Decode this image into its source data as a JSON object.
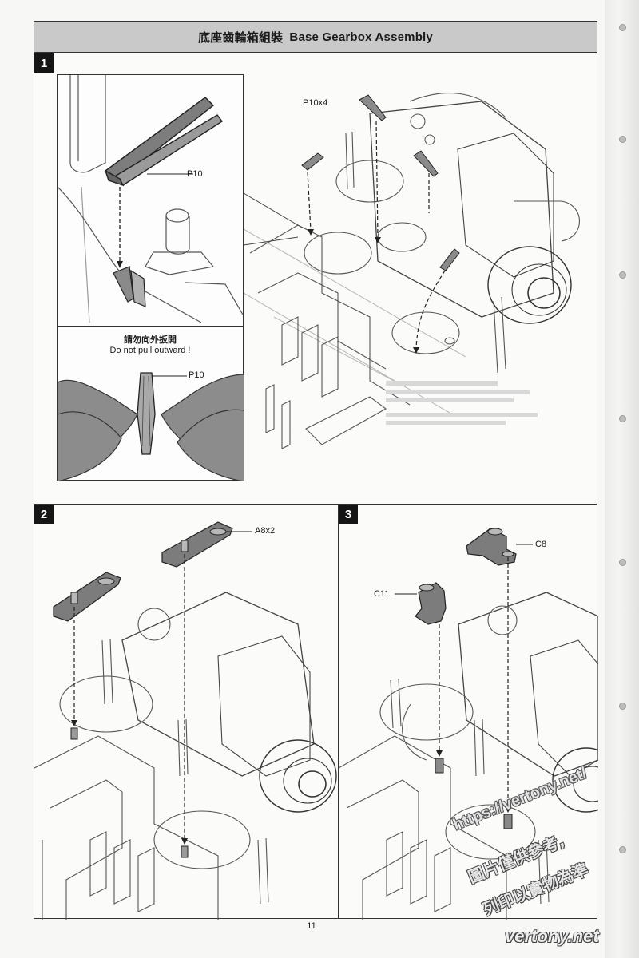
{
  "header": {
    "title_zh": "底座齒輪箱組裝",
    "title_en": "Base Gearbox Assembly"
  },
  "step1": {
    "number": "1",
    "part_label_main": "P10x4",
    "part_label_detail": "P10",
    "warning_zh": "請勿向外扳開",
    "warning_en": "Do not pull outward !",
    "part_label_hands": "P10"
  },
  "step2": {
    "number": "2",
    "part_label": "A8x2"
  },
  "step3": {
    "number": "3",
    "part_label_c8": "C8",
    "part_label_c11": "C11"
  },
  "page_number": "11",
  "watermark": {
    "url": "https://vertony.net/",
    "line1": "圖片僅供參考,",
    "line2": "列印以實物為準",
    "site": "vertony.net"
  }
}
